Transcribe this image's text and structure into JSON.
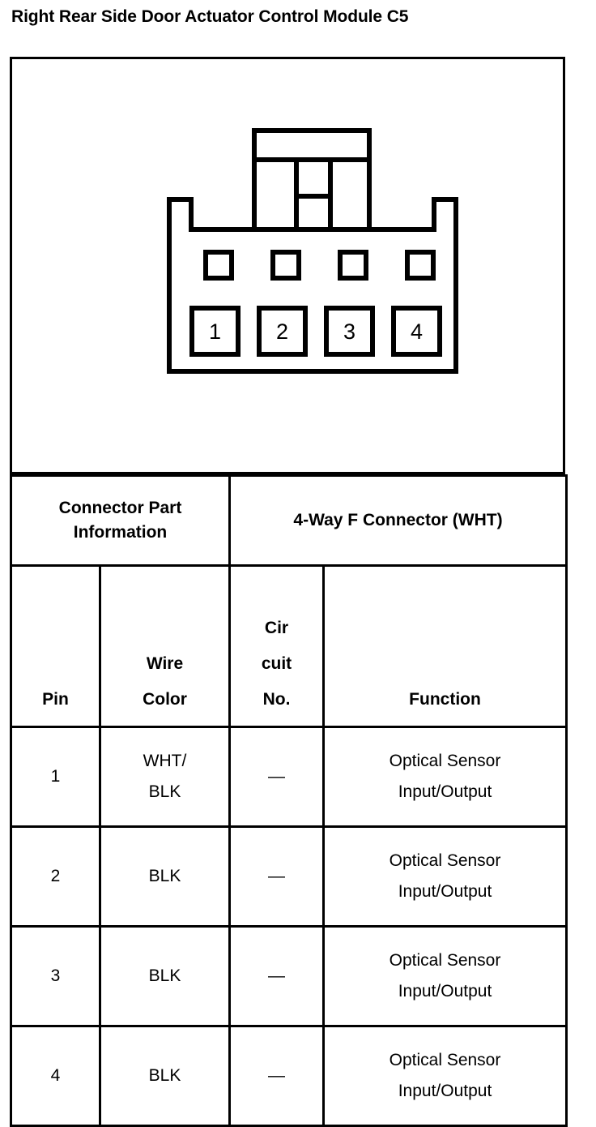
{
  "document": {
    "title": "Right Rear Side Door Actuator Control Module C5"
  },
  "diagram": {
    "name": "connector-face-view",
    "cavity_labels": [
      "1",
      "2",
      "3",
      "4"
    ],
    "terminal_count": 4
  },
  "connector_info": {
    "label": "Connector Part Information",
    "label_line1": "Connector Part",
    "label_line2": "Information",
    "value": "4-Way F Connector (WHT)"
  },
  "table": {
    "headers": {
      "pin": "Pin",
      "wire_color_line1": "Wire",
      "wire_color_line2": "Color",
      "circuit_no_line1": "Cir",
      "circuit_no_line2": "cuit",
      "circuit_no_line3": "No.",
      "function": "Function"
    },
    "rows": [
      {
        "pin": "1",
        "wire_color_line1": "WHT/",
        "wire_color_line2": "BLK",
        "circuit_no": "—",
        "function_line1": "Optical Sensor",
        "function_line2": "Input/Output"
      },
      {
        "pin": "2",
        "wire_color_line1": "BLK",
        "wire_color_line2": "",
        "circuit_no": "—",
        "function_line1": "Optical Sensor",
        "function_line2": "Input/Output"
      },
      {
        "pin": "3",
        "wire_color_line1": "BLK",
        "wire_color_line2": "",
        "circuit_no": "—",
        "function_line1": "Optical Sensor",
        "function_line2": "Input/Output"
      },
      {
        "pin": "4",
        "wire_color_line1": "BLK",
        "wire_color_line2": "",
        "circuit_no": "—",
        "function_line1": "Optical Sensor",
        "function_line2": "Input/Output"
      }
    ]
  },
  "colors": {
    "ink": "#000000",
    "paper": "#ffffff"
  }
}
